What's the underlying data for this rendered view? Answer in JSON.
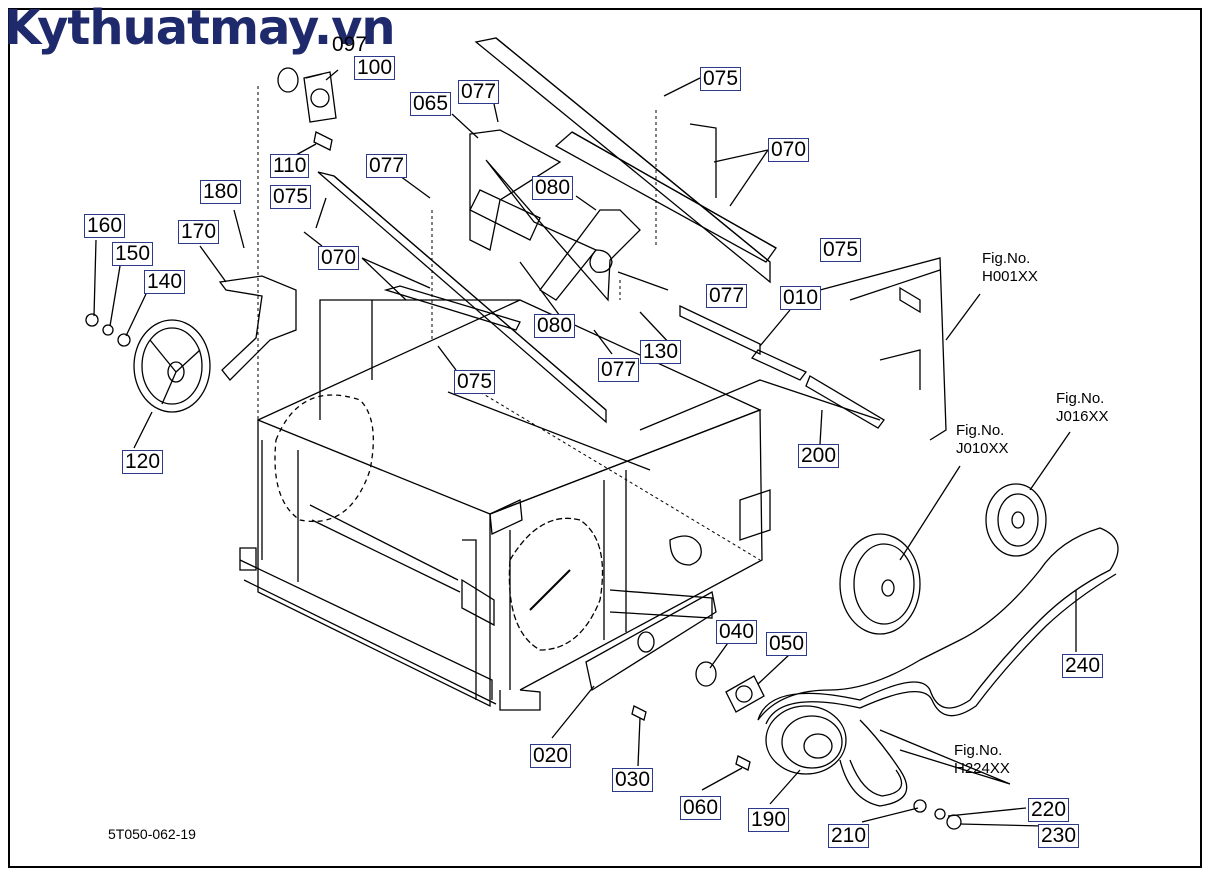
{
  "watermark": "Kythuatmay.vn",
  "drawing_code": "5T050-062-19",
  "parts": [
    {
      "id": "p097",
      "label": "097"
    },
    {
      "id": "p100",
      "label": "100"
    },
    {
      "id": "p065",
      "label": "065"
    },
    {
      "id": "p077a",
      "label": "077"
    },
    {
      "id": "p075a",
      "label": "075"
    },
    {
      "id": "p070a",
      "label": "070"
    },
    {
      "id": "p110",
      "label": "110"
    },
    {
      "id": "p077b",
      "label": "077"
    },
    {
      "id": "p080a",
      "label": "080"
    },
    {
      "id": "p180",
      "label": "180"
    },
    {
      "id": "p075b",
      "label": "075"
    },
    {
      "id": "p075c",
      "label": "075"
    },
    {
      "id": "p160",
      "label": "160"
    },
    {
      "id": "p170",
      "label": "170"
    },
    {
      "id": "p070b",
      "label": "070"
    },
    {
      "id": "p077c",
      "label": "077"
    },
    {
      "id": "p150",
      "label": "150"
    },
    {
      "id": "p010",
      "label": "010"
    },
    {
      "id": "p140",
      "label": "140"
    },
    {
      "id": "p080b",
      "label": "080"
    },
    {
      "id": "p130",
      "label": "130"
    },
    {
      "id": "p077d",
      "label": "077"
    },
    {
      "id": "p075d",
      "label": "075"
    },
    {
      "id": "p120",
      "label": "120"
    },
    {
      "id": "p200",
      "label": "200"
    },
    {
      "id": "p040",
      "label": "040"
    },
    {
      "id": "p050",
      "label": "050"
    },
    {
      "id": "p240",
      "label": "240"
    },
    {
      "id": "p020",
      "label": "020"
    },
    {
      "id": "p030",
      "label": "030"
    },
    {
      "id": "p060",
      "label": "060"
    },
    {
      "id": "p190",
      "label": "190"
    },
    {
      "id": "p220",
      "label": "220"
    },
    {
      "id": "p210",
      "label": "210"
    },
    {
      "id": "p230",
      "label": "230"
    }
  ],
  "figure_refs": [
    {
      "id": "h001",
      "title": "Fig.No.",
      "code": "H001XX"
    },
    {
      "id": "j016",
      "title": "Fig.No.",
      "code": "J016XX"
    },
    {
      "id": "j010",
      "title": "Fig.No.",
      "code": "J010XX"
    },
    {
      "id": "h224",
      "title": "Fig.No.",
      "code": "H224XX"
    }
  ],
  "colors": {
    "label_border": "#2d3a8c",
    "watermark": "#1e2a6b",
    "line": "#000000"
  }
}
